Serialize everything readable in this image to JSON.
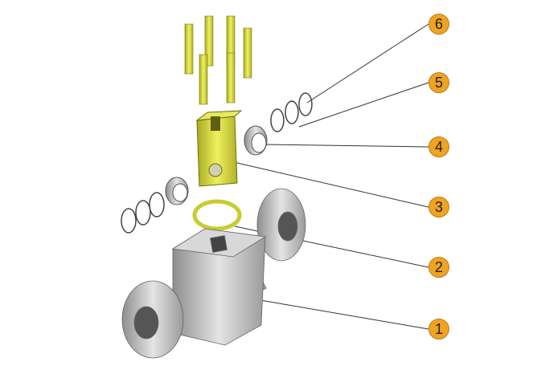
{
  "diagram": {
    "callouts": [
      "6",
      "5",
      "4",
      "3",
      "2",
      "1"
    ],
    "colors": {
      "callout": "#f0a322",
      "part_yellow": "#d8dc3a",
      "body_gray": "#b9b9b9",
      "leader": "#333333"
    }
  }
}
